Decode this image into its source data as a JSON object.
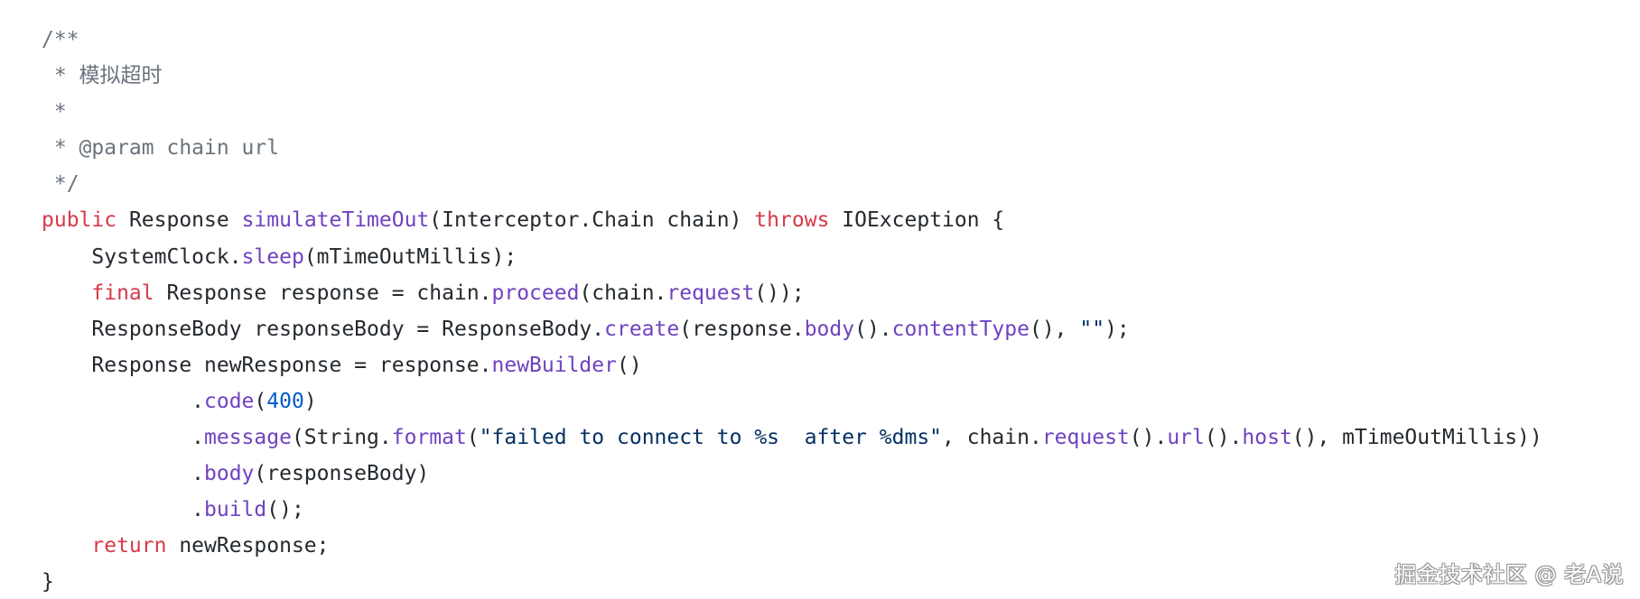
{
  "code_lines": [
    [
      {
        "c": "cm",
        "t": "/**"
      }
    ],
    [
      {
        "c": "cm",
        "t": " * 模拟超时"
      }
    ],
    [
      {
        "c": "cm",
        "t": " *"
      }
    ],
    [
      {
        "c": "cm",
        "t": " * @param chain url"
      }
    ],
    [
      {
        "c": "cm",
        "t": " */"
      }
    ],
    [
      {
        "c": "kw",
        "t": "public"
      },
      {
        "c": "plain",
        "t": " Response "
      },
      {
        "c": "fn",
        "t": "simulateTimeOut"
      },
      {
        "c": "plain",
        "t": "(Interceptor.Chain chain) "
      },
      {
        "c": "kw",
        "t": "throws"
      },
      {
        "c": "plain",
        "t": " IOException {"
      }
    ],
    [
      {
        "c": "plain",
        "t": "    SystemClock."
      },
      {
        "c": "fn",
        "t": "sleep"
      },
      {
        "c": "plain",
        "t": "(mTimeOutMillis);"
      }
    ],
    [
      {
        "c": "plain",
        "t": "    "
      },
      {
        "c": "kw",
        "t": "final"
      },
      {
        "c": "plain",
        "t": " Response response = chain."
      },
      {
        "c": "fn",
        "t": "proceed"
      },
      {
        "c": "plain",
        "t": "(chain."
      },
      {
        "c": "fn",
        "t": "request"
      },
      {
        "c": "plain",
        "t": "());"
      }
    ],
    [
      {
        "c": "plain",
        "t": "    ResponseBody responseBody = ResponseBody."
      },
      {
        "c": "fn",
        "t": "create"
      },
      {
        "c": "plain",
        "t": "(response."
      },
      {
        "c": "fn",
        "t": "body"
      },
      {
        "c": "plain",
        "t": "()."
      },
      {
        "c": "fn",
        "t": "contentType"
      },
      {
        "c": "plain",
        "t": "(), "
      },
      {
        "c": "str",
        "t": "\"\""
      },
      {
        "c": "plain",
        "t": ");"
      }
    ],
    [
      {
        "c": "plain",
        "t": "    Response newResponse = response."
      },
      {
        "c": "fn",
        "t": "newBuilder"
      },
      {
        "c": "plain",
        "t": "()"
      }
    ],
    [
      {
        "c": "plain",
        "t": "            ."
      },
      {
        "c": "fn",
        "t": "code"
      },
      {
        "c": "plain",
        "t": "("
      },
      {
        "c": "num",
        "t": "400"
      },
      {
        "c": "plain",
        "t": ")"
      }
    ],
    [
      {
        "c": "plain",
        "t": "            ."
      },
      {
        "c": "fn",
        "t": "message"
      },
      {
        "c": "plain",
        "t": "(String."
      },
      {
        "c": "fn",
        "t": "format"
      },
      {
        "c": "plain",
        "t": "("
      },
      {
        "c": "str",
        "t": "\"failed to connect to %s  after %dms\""
      },
      {
        "c": "plain",
        "t": ", chain."
      },
      {
        "c": "fn",
        "t": "request"
      },
      {
        "c": "plain",
        "t": "()."
      },
      {
        "c": "fn",
        "t": "url"
      },
      {
        "c": "plain",
        "t": "()."
      },
      {
        "c": "fn",
        "t": "host"
      },
      {
        "c": "plain",
        "t": "(), mTimeOutMillis))"
      }
    ],
    [
      {
        "c": "plain",
        "t": "            ."
      },
      {
        "c": "fn",
        "t": "body"
      },
      {
        "c": "plain",
        "t": "(responseBody)"
      }
    ],
    [
      {
        "c": "plain",
        "t": "            ."
      },
      {
        "c": "fn",
        "t": "build"
      },
      {
        "c": "plain",
        "t": "();"
      }
    ],
    [
      {
        "c": "plain",
        "t": "    "
      },
      {
        "c": "kw",
        "t": "return"
      },
      {
        "c": "plain",
        "t": " newResponse;"
      }
    ],
    [
      {
        "c": "plain",
        "t": "}"
      }
    ]
  ],
  "watermark": {
    "text": "掘金技术社区 @ 老A说"
  },
  "colors": {
    "background": "#ffffff",
    "comment": "#6a737d",
    "keyword": "#d73a49",
    "function": "#6f42c1",
    "number": "#005cc5",
    "string": "#032f62",
    "text": "#24292e"
  }
}
